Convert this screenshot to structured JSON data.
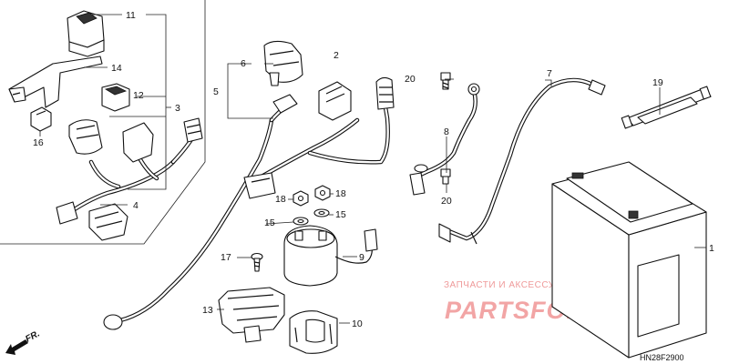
{
  "callouts": [
    "1",
    "2",
    "3",
    "4",
    "5",
    "6",
    "7",
    "8",
    "9",
    "10",
    "11",
    "12",
    "13",
    "14",
    "15",
    "15",
    "16",
    "17",
    "18",
    "18",
    "19",
    "20",
    "20"
  ],
  "watermark": {
    "top_text": "ЗАПЧАСТИ И АКСЕССУАРЫ ДЛЯ МОТОТЕХНИКИ",
    "brand_text": "PARTSFOR.RU",
    "color": "#f2a5a5"
  },
  "direction_marker": {
    "text": "FR.",
    "icon": "arrow-icon"
  },
  "diagram_code": "HN28F2900"
}
